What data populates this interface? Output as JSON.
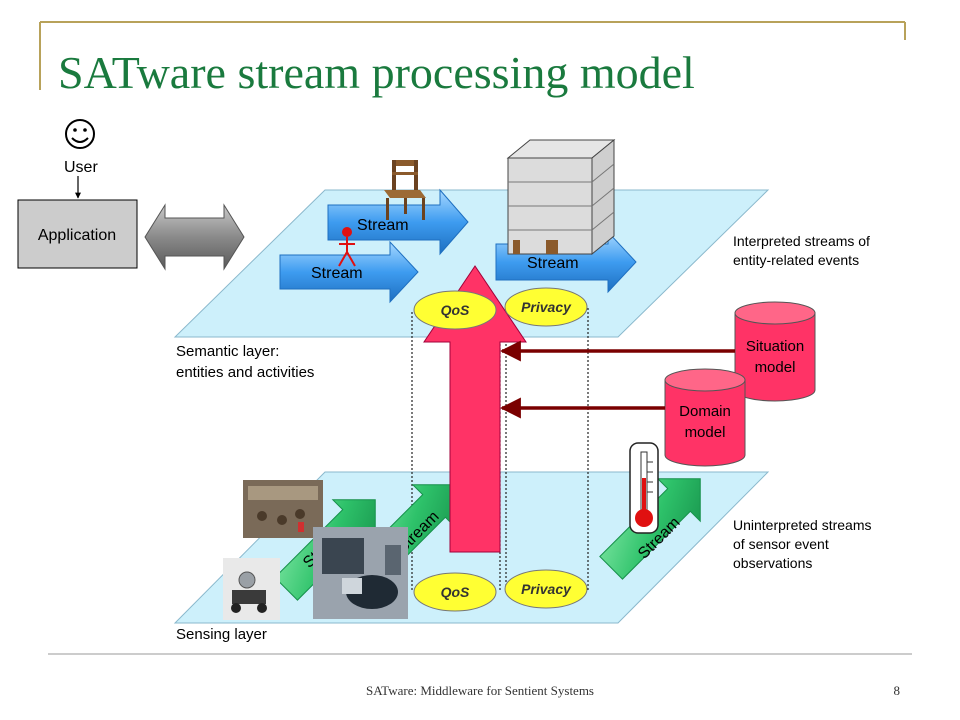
{
  "slide": {
    "title": "SATware stream processing model",
    "footer": "SATware: Middleware for Sentient Systems",
    "page_number": "8"
  },
  "user": {
    "label": "User",
    "icon": "smiley-icon"
  },
  "application": {
    "label": "Application"
  },
  "streams": {
    "semantic_upper": "Stream",
    "semantic_lower": "Stream",
    "semantic_right": "Stream",
    "sensing_left": "Stream",
    "sensing_middle": "Stream",
    "sensing_right": "Stream"
  },
  "qos": {
    "top": "QoS",
    "bottom": "QoS"
  },
  "privacy": {
    "top": "Privacy",
    "bottom": "Privacy"
  },
  "layers": {
    "semantic_line1": "Semantic layer:",
    "semantic_line2": "entities and activities",
    "sensing": "Sensing layer"
  },
  "descriptions": {
    "interpreted_line1": "Interpreted streams of",
    "interpreted_line2": "entity-related events",
    "uninterpreted_line1": "Uninterpreted streams",
    "uninterpreted_line2": "of sensor event",
    "uninterpreted_line3": "observations"
  },
  "models": {
    "situation_line1": "Situation",
    "situation_line2": "model",
    "domain_line1": "Domain",
    "domain_line2": "model"
  },
  "colors": {
    "title": "#1a7a3e",
    "plane": "#cdf0fb",
    "stream_blue": "#3e9cf0",
    "stream_green": "#2ec26a",
    "flow_red": "#ff3366",
    "oval_yellow": "#ffff33",
    "model_red": "#ff3366",
    "dark_red_arrow": "#7a0000"
  }
}
